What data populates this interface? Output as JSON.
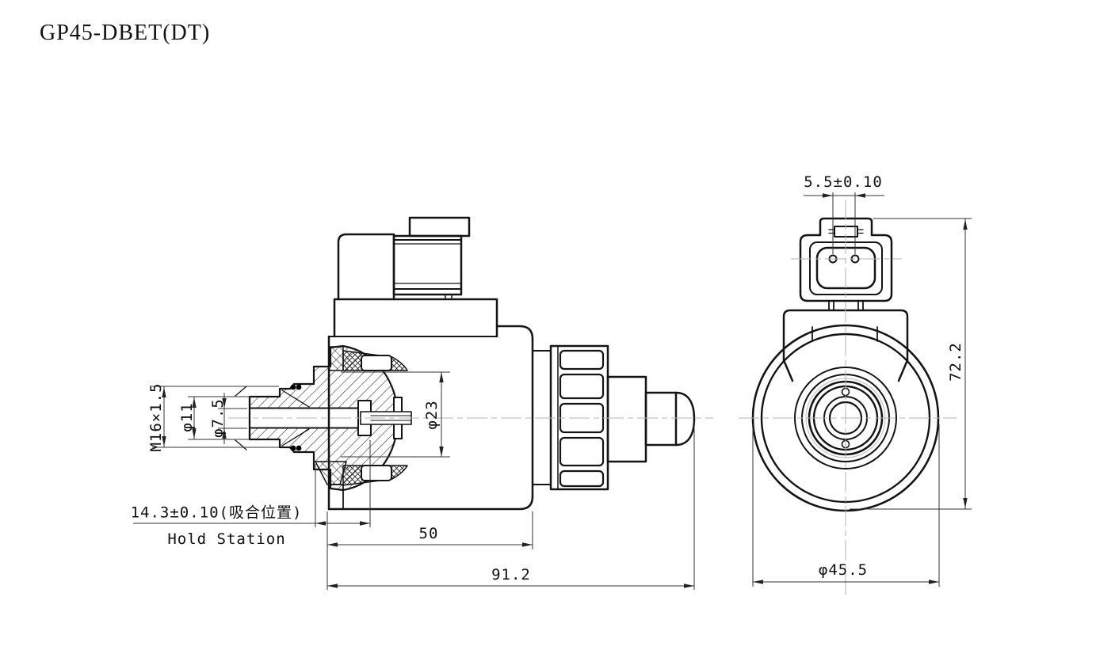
{
  "title": "GP45-DBET(DT)",
  "side_view": {
    "label": "side-section-view",
    "dimensions": {
      "thread": "M16×1.5",
      "pilot_diameter": "φ11",
      "bore_diameter": "φ7.5",
      "tube_mouth_diameter": "φ23",
      "hold_position": "14.3±0.10(吸合位置)",
      "hold_position_en": "Hold Station",
      "coil_length": "50",
      "overall_length": "91.2"
    }
  },
  "front_view": {
    "label": "front-view",
    "dimensions": {
      "pin_spacing": "5.5±0.10",
      "overall_height": "72.2",
      "coil_diameter": "φ45.5"
    }
  }
}
